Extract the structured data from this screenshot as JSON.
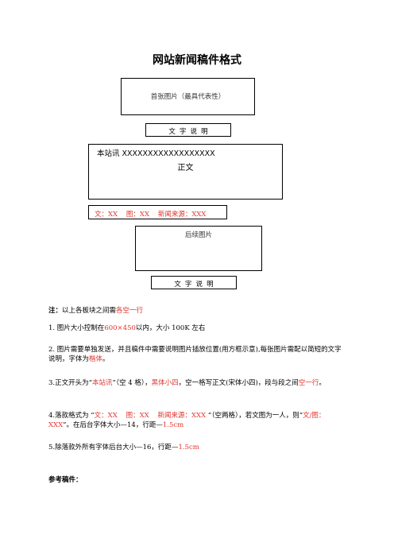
{
  "title": "网站新闻稿件格式",
  "layout_boxes": {
    "first_image": "首张图片（最具代表性）",
    "caption_1": "文 字 说 明",
    "body_header": "本站讯  XXXXXXXXXXXXXXXXXX",
    "body_text": "正文",
    "credit_line": "文：XX    图：XX    新闻来源：XXX",
    "later_image": "后续图片",
    "caption_2": "文 字 说 明"
  },
  "notes": {
    "note_label": "注：",
    "note_text": "以上各板块之间需",
    "note_red": "各空一行",
    "item1": "1.   图片大小控制在",
    "item1_red": "600×450",
    "item1_rest": "以内，大小 100K 左右",
    "item2_a": "2. 图片需要单独发送，并且稿件中需要说明图片插放位置(用方框示意),每张图片需配以简短的文字说明，字体为",
    "item2_red": "楷体",
    "item2_end": "。",
    "item3_a": "3.正文开头为“",
    "item3_red1": "本站讯",
    "item3_b": "”（空 4 格），",
    "item3_red2": "黑体小四",
    "item3_c": "，空一格写正文(宋体小四)，段与段之间",
    "item3_red3": "空一行",
    "item3_end": "。",
    "item4_a": "4.落款格式为 “",
    "item4_red1": "文：XX    图：XX    新闻来源：XXX",
    "item4_b": " ”（空两格），若文图为一人，则“",
    "item4_red2": "文/图：XXX",
    "item4_c": "”。在后台字体大小—14，行距—",
    "item4_red3": "1.5cm",
    "item5_a": "5.除落款外所有字体后台大小—16，行距—",
    "item5_red": "1.5cm",
    "reference_label": "参考稿件："
  },
  "colors": {
    "highlight": "#e0332d"
  }
}
